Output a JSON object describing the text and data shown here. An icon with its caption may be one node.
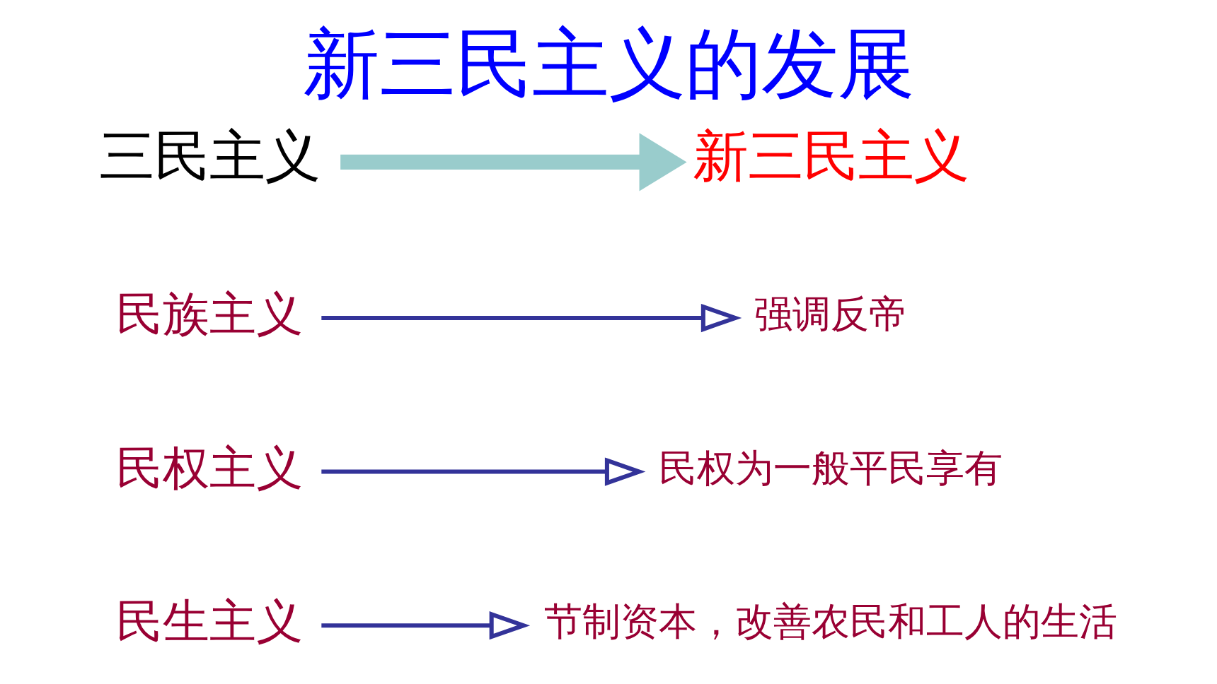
{
  "diagram": {
    "title": "新三民主义的发展",
    "nodes": [
      {
        "text": [
          "三民主义"
        ]
      },
      {
        "text": [
          "新三民主义"
        ]
      },
      {
        "text": [
          "民族主义"
        ]
      },
      {
        "text": [
          "强调反帝"
        ]
      },
      {
        "text": [
          "民权主义"
        ]
      },
      {
        "text": [
          "民权为一般平民享有"
        ]
      },
      {
        "text": [
          "民生主义"
        ]
      },
      {
        "text": [
          "节制资本，改善农民和工人的生活"
        ]
      }
    ],
    "edges": [
      {
        "from": 0,
        "to": 1,
        "arrow": "to",
        "style": "thick",
        "color": "#99cccc"
      },
      {
        "from": 2,
        "to": 3,
        "arrow": "to"
      },
      {
        "from": 4,
        "to": 5,
        "arrow": "to"
      },
      {
        "from": 6,
        "to": 7,
        "arrow": "to"
      }
    ]
  }
}
